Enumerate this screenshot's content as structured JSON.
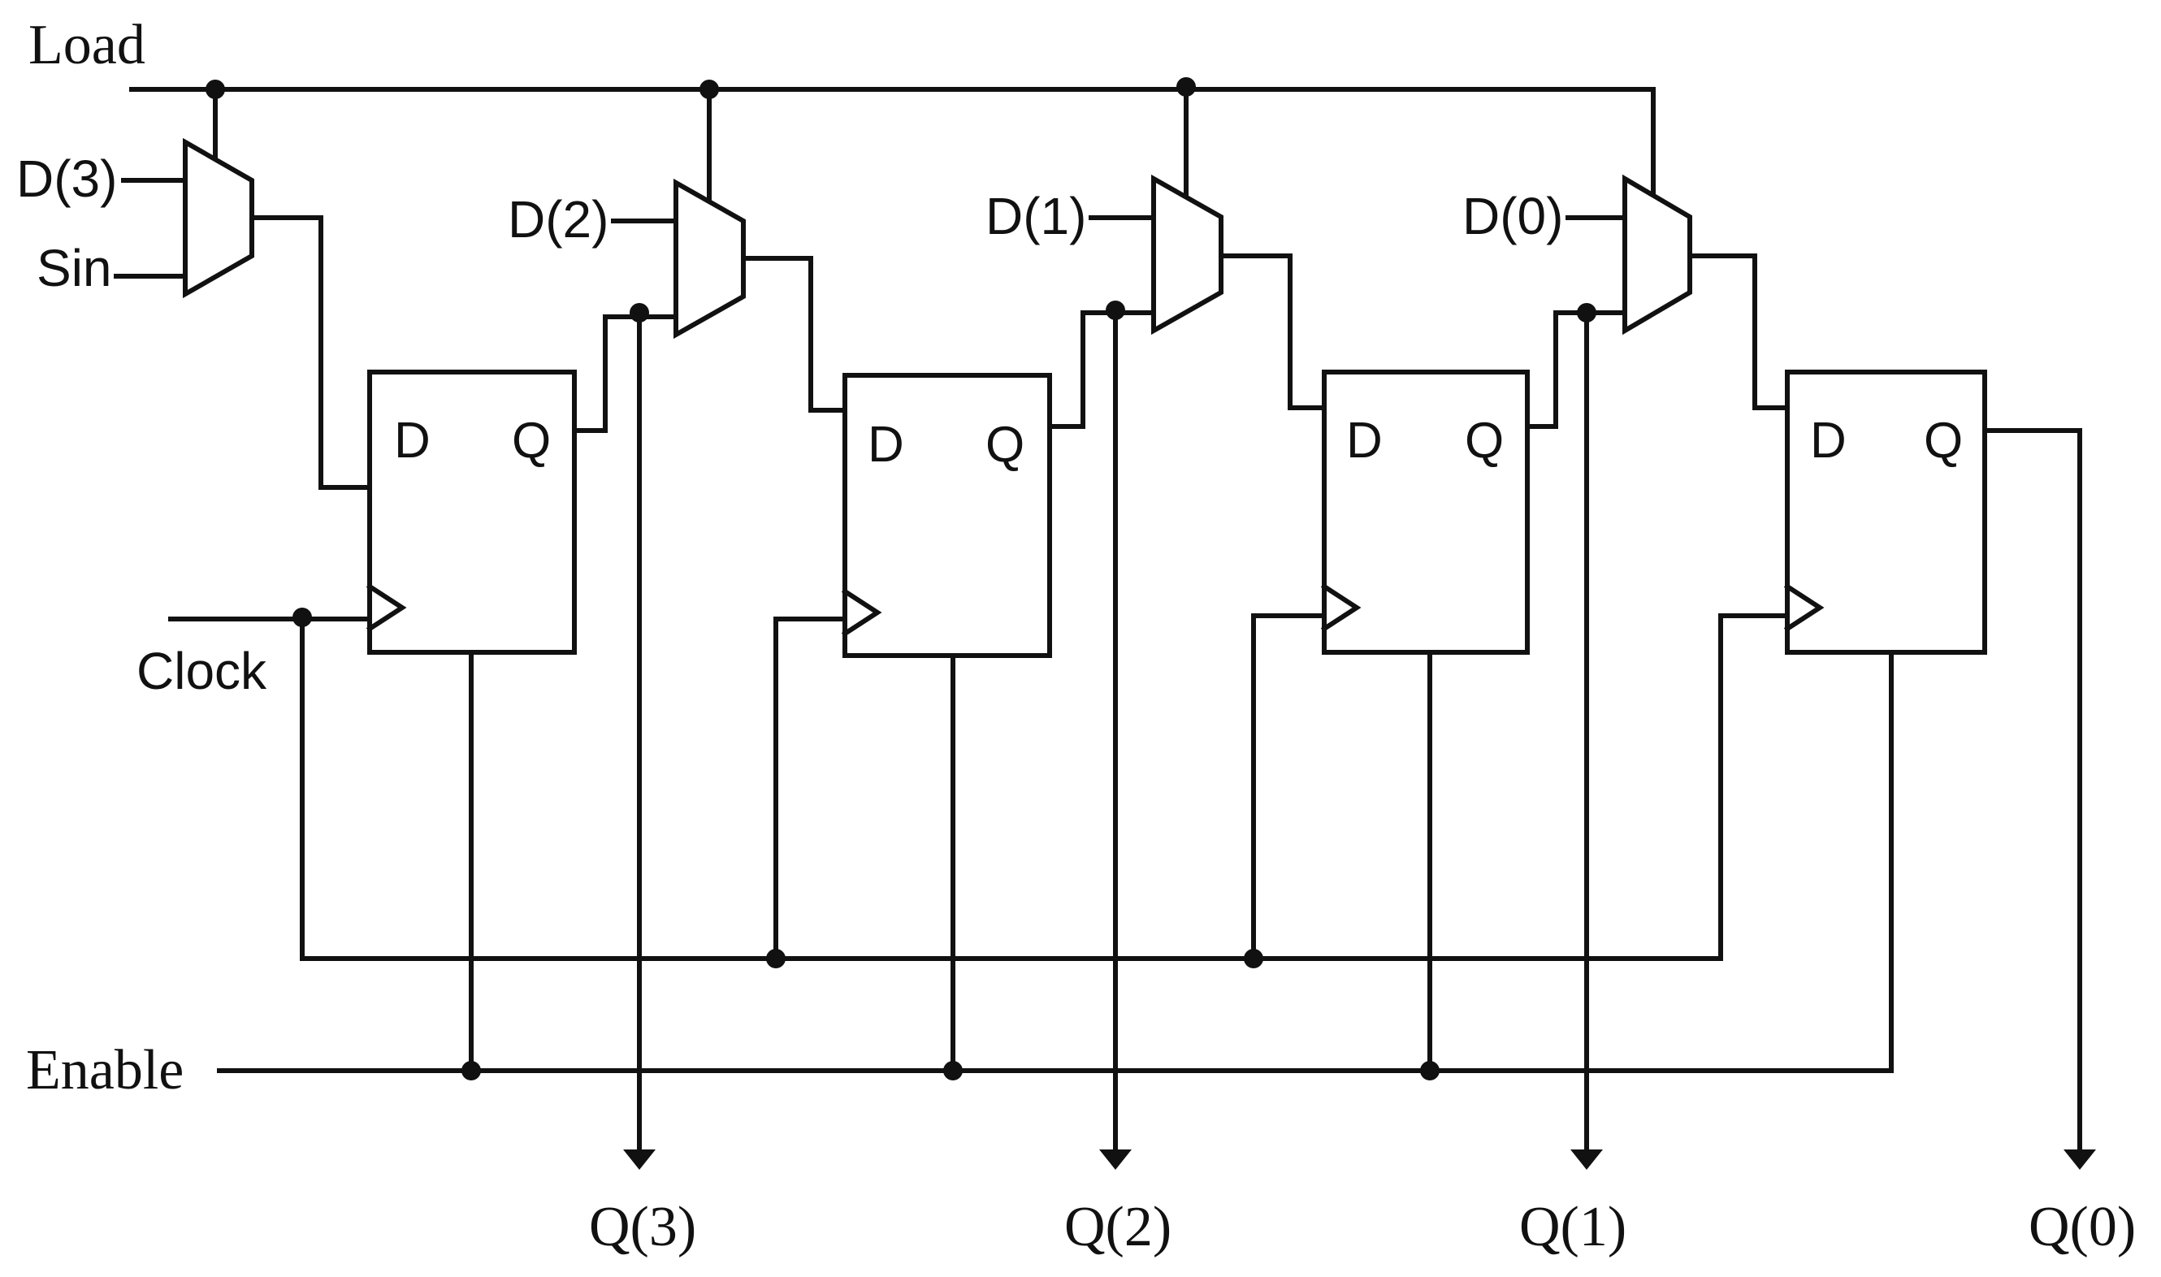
{
  "signals": {
    "load": "Load",
    "sin": "Sin",
    "clock": "Clock",
    "enable": "Enable"
  },
  "data_inputs": [
    "D(3)",
    "D(2)",
    "D(1)",
    "D(0)"
  ],
  "outputs": [
    "Q(3)",
    "Q(2)",
    "Q(1)",
    "Q(0)"
  ],
  "flipflop_pins": {
    "d": "D",
    "q": "Q"
  },
  "colors": {
    "stroke": "#111111",
    "background": "#ffffff"
  }
}
